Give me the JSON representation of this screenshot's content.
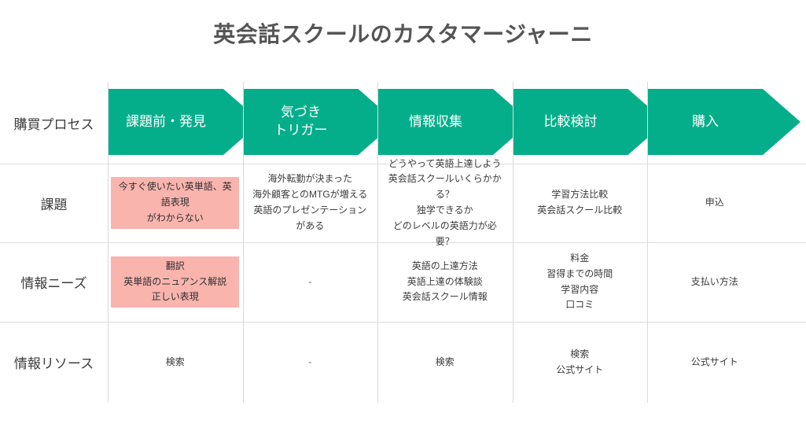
{
  "title": "英会話スクールのカスタマージャーニ",
  "colors": {
    "chevron_teal": "#05ae8b",
    "highlight_pink": "#f9b4ae",
    "title_gray": "#555555",
    "grid_line": "#dddddd",
    "text": "#3b3b3b"
  },
  "row_labels": {
    "process": "購買プロセス",
    "issues": "課題",
    "info_needs": "情報ニーズ",
    "info_resources": "情報リソース"
  },
  "stages": [
    {
      "label": "課題前・発見"
    },
    {
      "label": "気づき\nトリガー"
    },
    {
      "label": "情報収集"
    },
    {
      "label": "比較検討"
    },
    {
      "label": "購入"
    }
  ],
  "rows": [
    {
      "label": "課題",
      "cells": [
        {
          "text": "今すぐ使いたい英単語、英語表現\nがわからない",
          "highlight": true
        },
        {
          "text": "海外転勤が決まった\n海外顧客とのMTGが増える\n英語のプレゼンテーションがある",
          "highlight": false
        },
        {
          "text": "どうやって英語上達しよう\n英会話スクールいくらかかる？\n独学できるか\nどのレベルの英語力が必要？",
          "highlight": false
        },
        {
          "text": "学習方法比較\n英会話スクール比較",
          "highlight": false
        },
        {
          "text": "申込",
          "highlight": false
        }
      ]
    },
    {
      "label": "情報ニーズ",
      "cells": [
        {
          "text": "翻訳\n英単語のニュアンス解説\n正しい表現",
          "highlight": true
        },
        {
          "text": "-",
          "highlight": false
        },
        {
          "text": "英語の上達方法\n英語上達の体験談\n英会話スクール情報",
          "highlight": false
        },
        {
          "text": "料金\n習得までの時間\n学習内容\n口コミ",
          "highlight": false
        },
        {
          "text": "支払い方法",
          "highlight": false
        }
      ]
    },
    {
      "label": "情報リソース",
      "cells": [
        {
          "text": "検索",
          "highlight": false
        },
        {
          "text": "-",
          "highlight": false
        },
        {
          "text": "検索",
          "highlight": false
        },
        {
          "text": "検索\n公式サイト",
          "highlight": false
        },
        {
          "text": "公式サイト",
          "highlight": false
        }
      ]
    }
  ]
}
